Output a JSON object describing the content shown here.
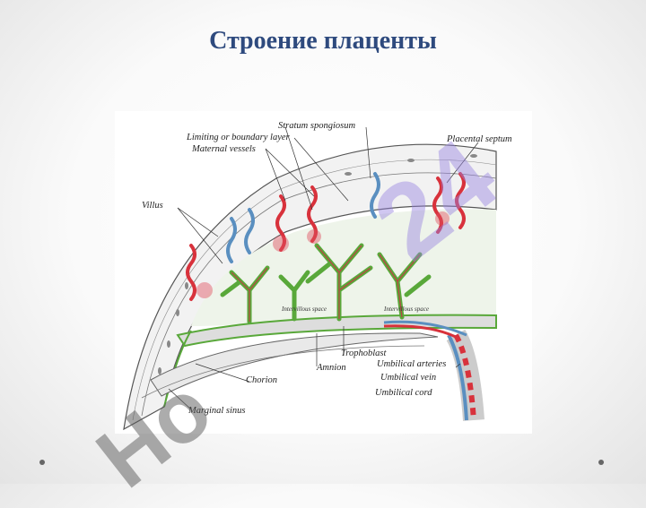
{
  "slide": {
    "title": "Строение плаценты"
  },
  "watermark": {
    "letters": "Ho",
    "number": "24"
  },
  "diagram": {
    "labels": {
      "stratum_spongiosum": "Stratum spongiosum",
      "limiting_layer": "Limiting or boundary layer",
      "maternal_vessels": "Maternal vessels",
      "placental_septum": "Placental septum",
      "villus": "Villus",
      "intervillous_space_1": "Intervillous space",
      "intervillous_space_2": "Intervillous space",
      "trophoblast": "Trophoblast",
      "amnion": "Amnion",
      "umbilical_arteries": "Umbilical arteries",
      "umbilical_vein": "Umbilical vein",
      "umbilical_cord": "Umbilical cord",
      "chorion": "Chorion",
      "marginal_sinus": "Marginal sinus"
    },
    "colors": {
      "artery": "#d8323c",
      "vein": "#5a8fc0",
      "villus_outline": "#59a83a",
      "septum": "#d8b8cf"
    }
  }
}
